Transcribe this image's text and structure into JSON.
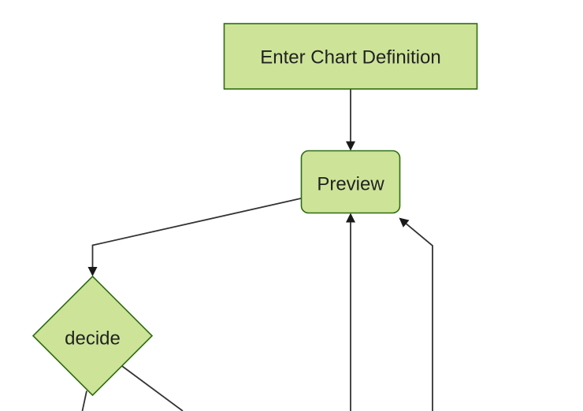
{
  "diagram": {
    "type": "flowchart",
    "direction": "top-down",
    "colors": {
      "background": "#ffffff",
      "node_fill": "#cde498",
      "node_border": "#2f6c12",
      "edge": "#333333",
      "arrowhead": "#1a1a1a",
      "text": "#222222"
    },
    "nodes": [
      {
        "id": "enter-chart-definition",
        "label": "Enter Chart Definition",
        "shape": "rectangle"
      },
      {
        "id": "preview",
        "label": "Preview",
        "shape": "rounded-rectangle"
      },
      {
        "id": "decide",
        "label": "decide",
        "shape": "diamond"
      }
    ],
    "edges": [
      {
        "from": "enter-chart-definition",
        "to": "preview",
        "arrowhead": "visible"
      },
      {
        "from": "preview",
        "to": "decide",
        "arrowhead": "visible"
      },
      {
        "from": "offscreen-bottom",
        "to": "preview",
        "arrowhead": "visible"
      },
      {
        "from": "offscreen-bottom-right",
        "to": "preview",
        "arrowhead": "visible"
      },
      {
        "from": "decide",
        "to": "offscreen-bottom-left",
        "arrowhead": "offscreen"
      },
      {
        "from": "decide",
        "to": "offscreen-bottom-right",
        "arrowhead": "offscreen"
      }
    ]
  }
}
